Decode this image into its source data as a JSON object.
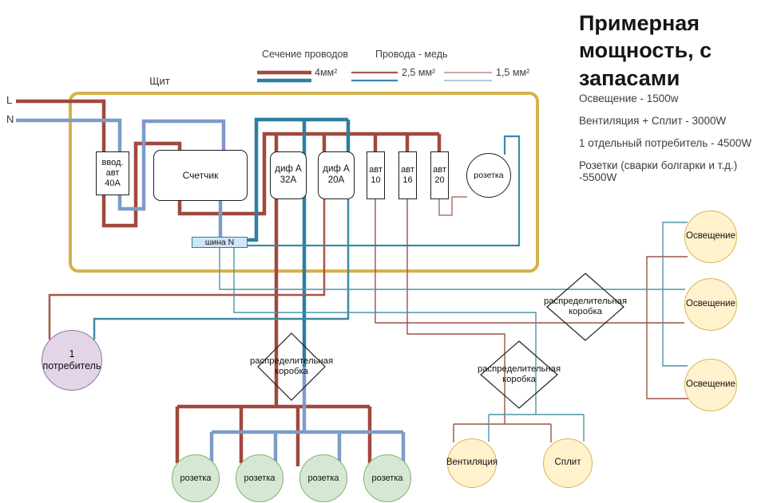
{
  "legend": {
    "sizes_title": "Сечение проводов",
    "copper_title": "Провода - медь",
    "size_4": "4мм²",
    "size_25": "2,5 мм²",
    "size_15": "1,5 мм²"
  },
  "panel": {
    "title": "Щит",
    "line_l": "L",
    "line_n": "N",
    "input_breaker": "ввод.\nавт\n40А",
    "meter": "Счетчик",
    "rcbo_32": "диф А\n32А",
    "rcbo_20": "диф А\n20А",
    "breaker_10": "авт\n10",
    "breaker_16": "авт\n16",
    "breaker_20": "авт\n20",
    "panel_socket": "розетка",
    "n_bus": "шина N"
  },
  "junction_box_label": "распределительная\nкоробка",
  "loads": {
    "consumer": "1\nпотребитель",
    "socket": "розетка",
    "light": "Освещение",
    "ventilation": "Вентиляция",
    "split": "Сплит"
  },
  "power_summary": {
    "title": "Примерная\nмощность, с\nзапасами",
    "items": [
      "Освещение - 1500w",
      "Вентиляция + Сплит - 3000W",
      "1 отдельный потребитель - 4500W",
      "Розетки (сварки болгарки и т.д.) -5500W"
    ]
  },
  "colors": {
    "wire_l_red": "#a0493c",
    "wire_n_steel": "#7d9bc8",
    "wire_n_teal": "#2d7f9d",
    "wire_red_25": "#a85648",
    "wire_teal_25": "#3d8aa4",
    "wire_red_15": "#9c5246",
    "wire_teal_15": "#4f94a8",
    "wire_red_light": "#c0887e",
    "panel_border": "#d6b24c",
    "socket_fill": "#d5e8d4",
    "light_fill": "#fff2cc",
    "consumer_fill": "#e1d5e7",
    "n_bus_fill": "#cfe6f7"
  }
}
